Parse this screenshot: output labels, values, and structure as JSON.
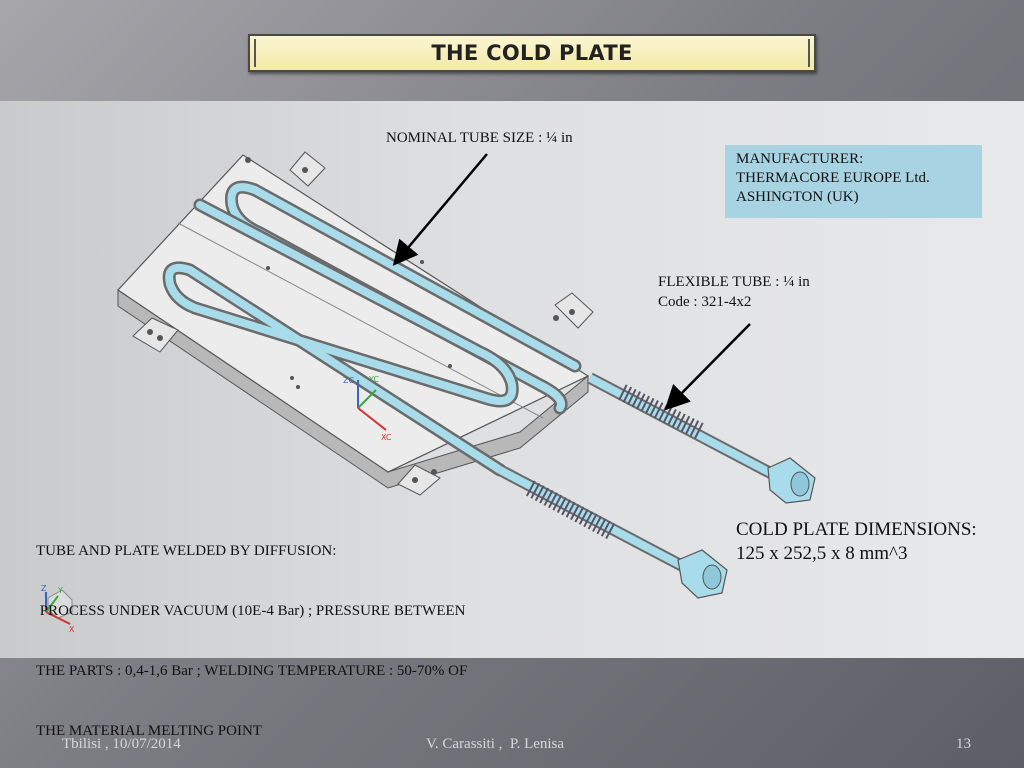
{
  "slide": {
    "title": "THE COLD PLATE",
    "nominal_tube_label": "NOMINAL TUBE SIZE : ¼ in",
    "manufacturer": {
      "line1": "MANUFACTURER:",
      "line2": "THERMACORE EUROPE Ltd.",
      "line3": "ASHINGTON (UK)"
    },
    "flexible_tube": {
      "line1": "FLEXIBLE TUBE : ¼ in",
      "line2": "Code : 321-4x2"
    },
    "welding_note": {
      "line1": "TUBE AND PLATE WELDED BY DIFFUSION:",
      "line2": " PROCESS UNDER VACUUM (10E-4 Bar) ; PRESSURE BETWEEN",
      "line3": "THE PARTS : 0,4-1,6 Bar ; WELDING TEMPERATURE : 50-70% OF",
      "line4": "THE MATERIAL MELTING POINT"
    },
    "dimensions": {
      "line1": "COLD PLATE DIMENSIONS:",
      "line2": "125 x 252,5 x 8 mm^3"
    },
    "axis_labels": {
      "xc": "XC",
      "yc": "YC",
      "zc": "ZC",
      "x": "X",
      "y": "Y",
      "z": "Z"
    }
  },
  "footer": {
    "location_date": "Tbilisi , 10/07/2014",
    "authors": "V. Carassiti ,  P. Lenisa",
    "page_number": "13"
  },
  "colors": {
    "tube": "#a9dcea",
    "plate": "#ececec",
    "manufacturer_box": "#a8d3e2",
    "title_box": "#f6edb4"
  }
}
